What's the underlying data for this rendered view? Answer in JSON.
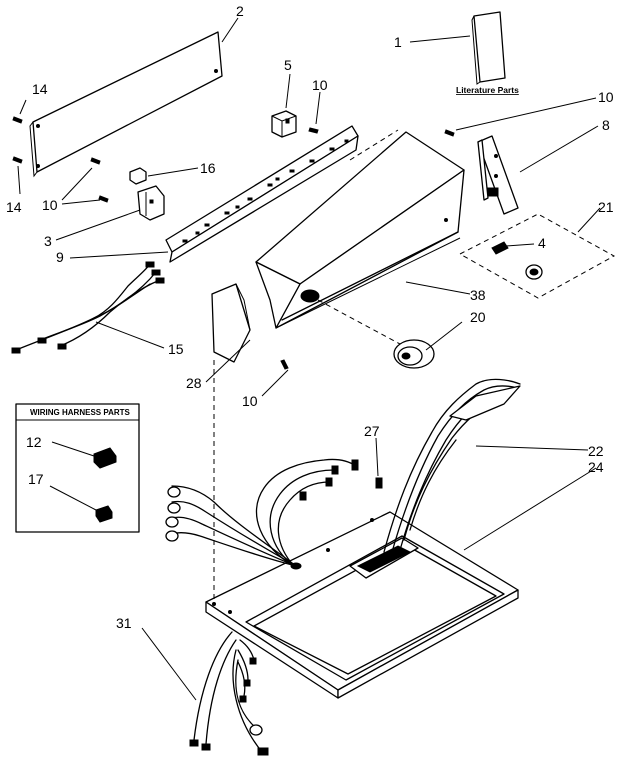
{
  "labels": {
    "p1": "1",
    "p2": "2",
    "p3": "3",
    "p4": "4",
    "p5": "5",
    "p8": "8",
    "p9": "9",
    "p10a": "10",
    "p10b": "10",
    "p10c": "10",
    "p10d": "10",
    "p12": "12",
    "p14a": "14",
    "p14b": "14",
    "p15": "15",
    "p16": "16",
    "p17": "17",
    "p20": "20",
    "p21": "21",
    "p22": "22",
    "p24": "24",
    "p27": "27",
    "p28": "28",
    "p31": "31",
    "p38": "38"
  },
  "literature_parts": "Literature Parts",
  "wiring_harness_parts": "WIRING HARNESS PARTS"
}
